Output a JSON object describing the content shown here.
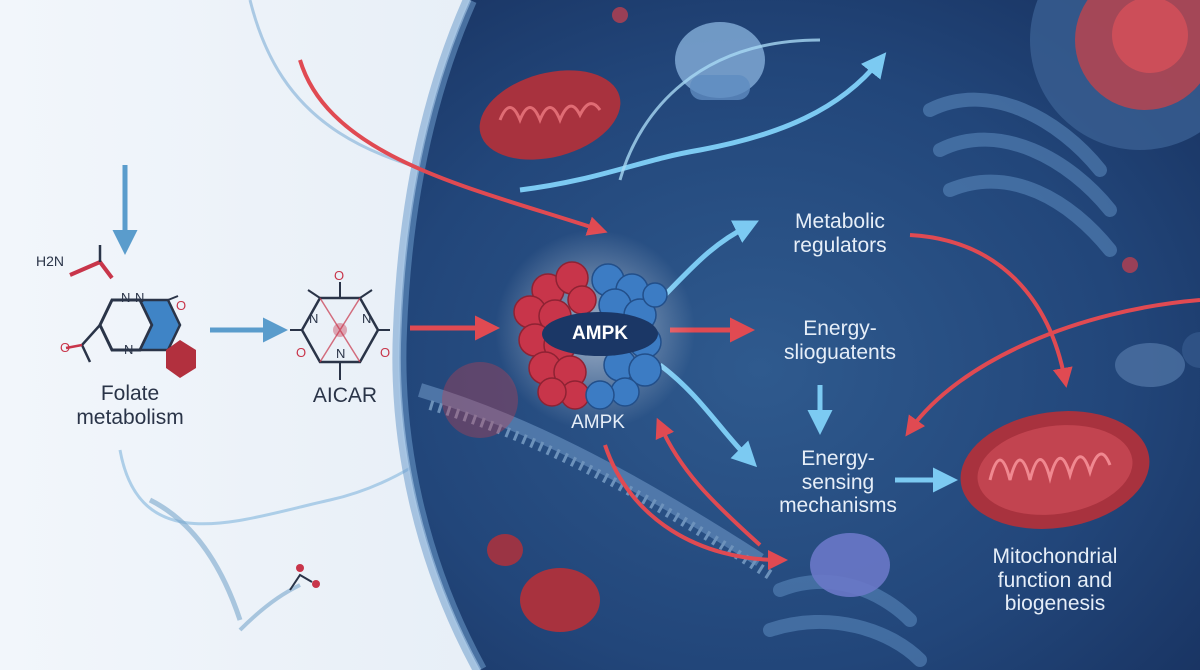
{
  "labels": {
    "folate": "Folate metabolism",
    "aicar": "AICAR",
    "ampk_center": "AMPK",
    "ampk_below": "AMPK",
    "metabolic_regulators": "Metabolic regulators",
    "energy_top": "Energy- slioguatents",
    "energy_sensing": "Energy- sensing mechanisms",
    "mitochondrial": "Mitochondrial function and biogenesis"
  },
  "chem": {
    "h2n": "H2N",
    "n": "N",
    "o": "O"
  },
  "colors": {
    "background_light": "#e8f0f8",
    "cell_dark": "#1e3a63",
    "cell_membrane": "#4a78b0",
    "accent_red": "#d8404a",
    "accent_blue": "#6ab8e8",
    "ampk_red": "#c8354a",
    "ampk_blue": "#3c7cc4",
    "mito_red": "#a8323e"
  }
}
